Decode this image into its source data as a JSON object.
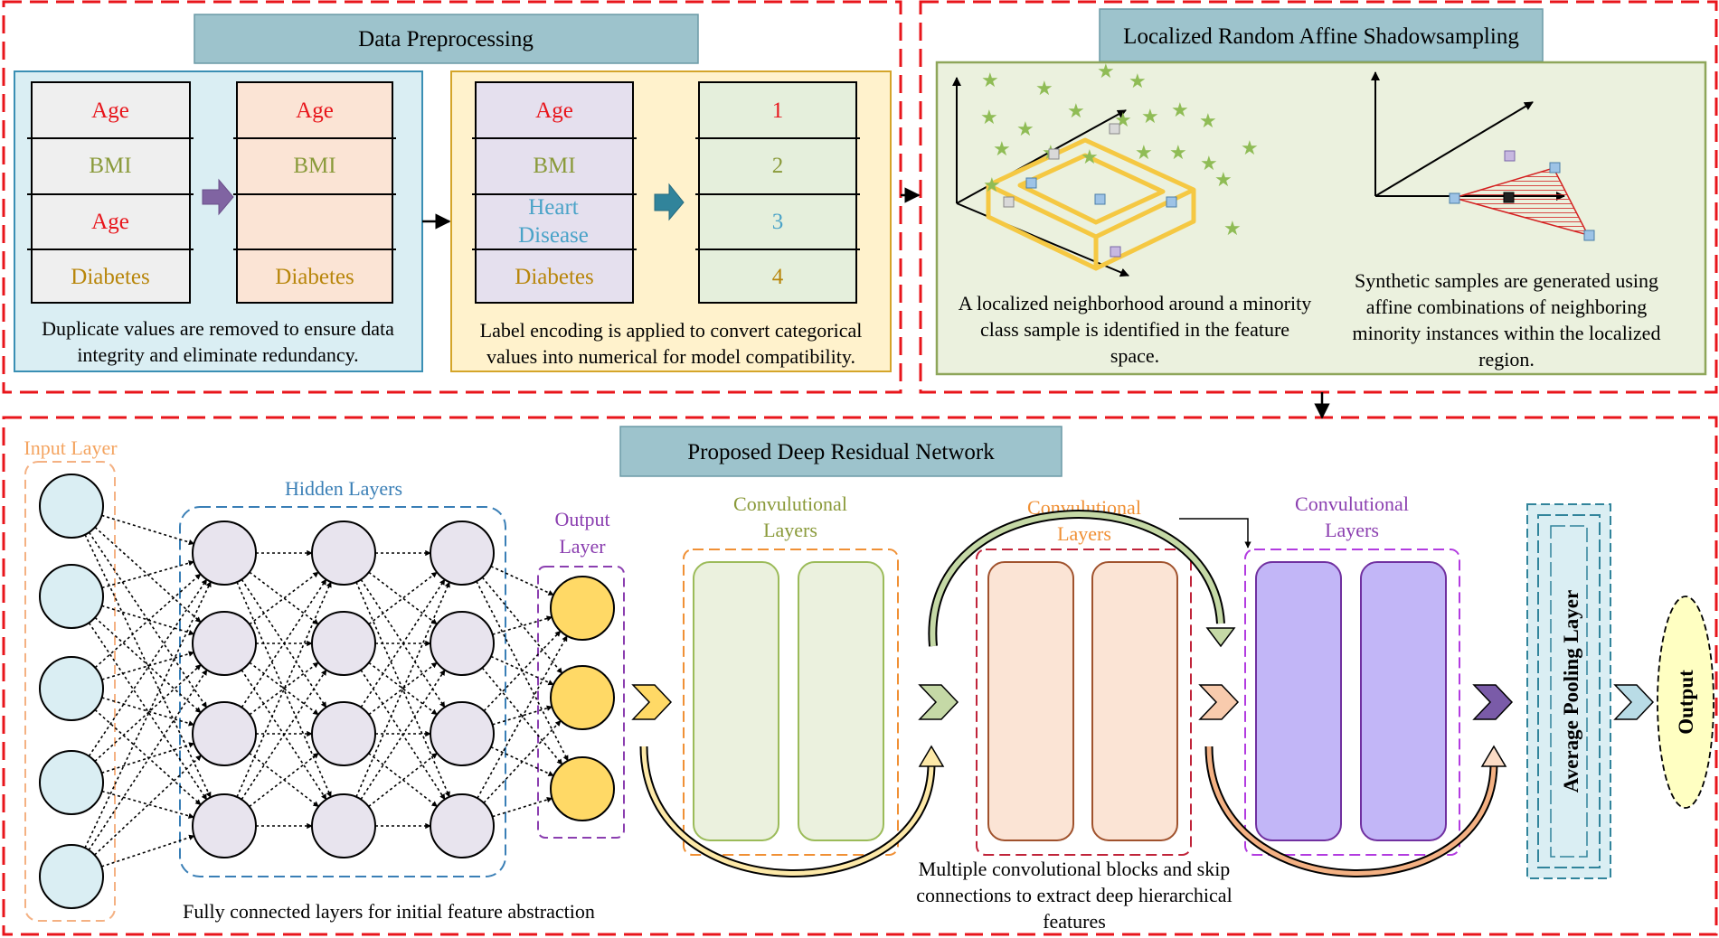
{
  "preprocessing": {
    "title": "Data Preprocessing",
    "table1": [
      "Age",
      "BMI",
      "Age",
      "Diabetes"
    ],
    "table2": [
      "Age",
      "BMI",
      "",
      "Diabetes"
    ],
    "dedup_caption": [
      "Duplicate values are removed to ensure data",
      "integrity and eliminate redundancy."
    ],
    "table3": [
      "Age",
      "BMI",
      "Heart",
      "Disease",
      "Diabetes"
    ],
    "table4": [
      "1",
      "2",
      "3",
      "4"
    ],
    "encoding_caption": [
      "Label encoding is applied to convert categorical",
      "values into numerical  for model compatibility."
    ]
  },
  "sampling": {
    "title": "Localized Random Affine Shadowsampling",
    "left_caption": [
      "A localized neighborhood around a minority",
      "class sample is identified in the feature",
      "space."
    ],
    "right_caption": [
      "Synthetic samples are generated using",
      "affine combinations of neighboring",
      "minority instances within the localized",
      "region."
    ]
  },
  "network": {
    "title": "Proposed Deep Residual Network",
    "input_label": "Input Layer",
    "hidden_label": "Hidden Layers",
    "output_label": [
      "Output",
      "Layer"
    ],
    "conv1_label": [
      "Convulutional",
      "Layers"
    ],
    "conv2_label": [
      "Convulutional",
      "Layers"
    ],
    "conv3_label": [
      "Convulutional",
      "Layers"
    ],
    "pool_label": "Average Pooling Layer",
    "final_label": "Output",
    "fc_caption": "Fully connected layers for initial feature abstraction",
    "skip_caption": [
      "Multiple convolutional blocks and skip",
      "connections to extract deep hierarchical",
      "features"
    ]
  },
  "colors": {
    "red_text": "#e8151b",
    "olive_text": "#8a9a3a",
    "gold_text": "#b8860b",
    "blue_text": "#4aa3c8",
    "dashed_frame": "#e8151b",
    "title_box": "#9dc3cc"
  }
}
